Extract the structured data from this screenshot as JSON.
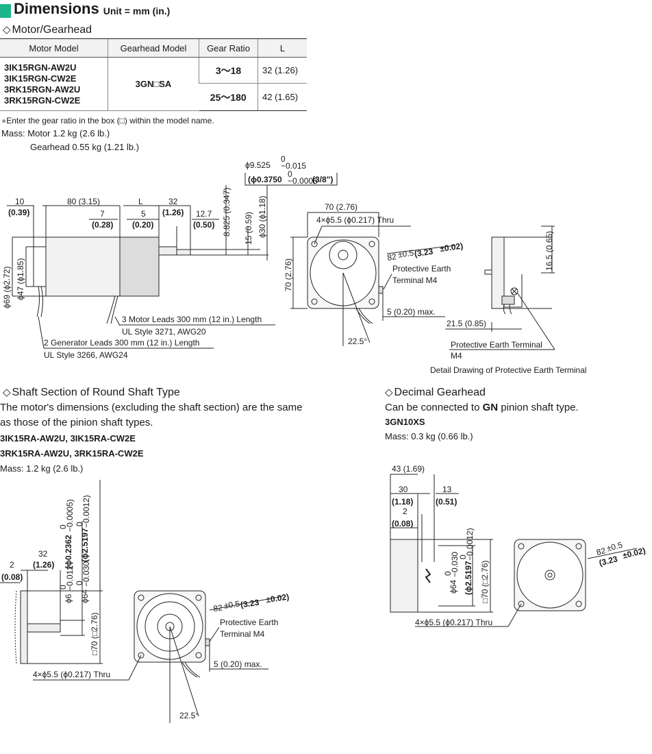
{
  "header": {
    "title": "Dimensions",
    "unit": "Unit = mm (in.)"
  },
  "motor_gearhead": {
    "section_title": "Motor/Gearhead",
    "table": {
      "headers": [
        "Motor Model",
        "Gearhead Model",
        "Gear Ratio",
        "L"
      ],
      "motor_models": [
        "3IK15RGN-AW2U",
        "3IK15RGN-CW2E",
        "3RK15RGN-AW2U",
        "3RK15RGN-CW2E"
      ],
      "gearhead_model": "3GN□SA",
      "rows": [
        {
          "ratio": "3～18",
          "L": "32 (1.26)"
        },
        {
          "ratio": "25～180",
          "L": "42 (1.65)"
        }
      ]
    },
    "note": "Enter the gear ratio in the box (□) within the model name.",
    "mass_motor": "Mass: Motor 1.2 kg (2.6 lb.)",
    "mass_gearhead": "Gearhead 0.55 kg (1.21 lb.)"
  },
  "drawing1": {
    "shaft_dia": "ϕ9.525",
    "shaft_tol_top": "0",
    "shaft_tol_bot": "−0.015",
    "shaft_dia_in": "(ϕ0.3750",
    "shaft_in_tol_top": "0",
    "shaft_in_tol_bot": "−0.0006",
    "shaft_frac": "(3/8\")",
    "dim_10": "10",
    "dim_10_in": "(0.39)",
    "dim_80": "80 (3.15)",
    "dim_L": "L",
    "dim_32": "32",
    "dim_32_in": "(1.26)",
    "dim_7": "7",
    "dim_7_in": "(0.28)",
    "dim_5": "5",
    "dim_5_in": "(0.20)",
    "dim_127": "12.7",
    "dim_127_in": "(0.50)",
    "dim_8825": "8.825 (0.347)",
    "dim_15": "15 (0.59)",
    "dim_30": "ϕ30 (ϕ1.18)",
    "dim_69": "ϕ69 (ϕ2.72)",
    "dim_47": "ϕ47 (ϕ1.85)",
    "motor_leads_1": "3 Motor Leads 300 mm (12 in.) Length",
    "motor_leads_2": "UL Style 3271, AWG20",
    "gen_leads_1": "2 Generator Leads 300 mm (12 in.) Length",
    "gen_leads_2": "UL Style 3266, AWG24",
    "front_70": "70 (2.76)",
    "front_holes": "4×ϕ5.5 (ϕ0.217) Thru",
    "front_82": "82",
    "front_82_tol": "±0.5",
    "front_82_in": "(3.23",
    "front_82_in_tol": "±0.02)",
    "pe_1": "Protective Earth",
    "pe_2": "Terminal M4",
    "front_5": "5 (0.20) max.",
    "front_70v": "70 (2.76)",
    "angle": "22.5°",
    "detail_165": "16.5 (0.65)",
    "detail_215": "21.5 (0.85)",
    "detail_pe_1": "Protective Earth Terminal",
    "detail_pe_2": "M4",
    "detail_caption": "Detail Drawing of Protective Earth Terminal"
  },
  "round_shaft": {
    "section_title": "Shaft Section of Round Shaft Type",
    "desc_1": "The motor's dimensions (excluding the shaft section) are the same",
    "desc_2": "as those of the pinion shaft types.",
    "models_1": "3IK15RA-AW2U, 3IK15RA-CW2E",
    "models_2": "3RK15RA-AW2U, 3RK15RA-CW2E",
    "mass": "Mass: 1.2 kg (2.6 lb.)",
    "dim_2": "2",
    "dim_2_in": "(0.08)",
    "dim_32": "32",
    "dim_32_in": "(1.26)",
    "dim_6": "ϕ6",
    "dim_6_tol_top": "0",
    "dim_6_tol_bot": "−0.012",
    "dim_6_in": "(ϕ0.2362",
    "dim_6_in_tol_top": "0",
    "dim_6_in_tol_bot": "−0.0005)",
    "dim_64": "ϕ64",
    "dim_64_tol_top": "0",
    "dim_64_tol_bot": "−0.030",
    "dim_64_in": "(ϕ2.5197",
    "dim_64_in_tol_top": "0",
    "dim_64_in_tol_bot": "−0.0012)",
    "dim_70": "□70 (□2.76)",
    "front_82": "82",
    "front_82_tol": "±0.5",
    "front_82_in": "(3.23",
    "front_82_in_tol": "±0.02)",
    "pe_1": "Protective Earth",
    "pe_2": "Terminal M4",
    "front_5": "5 (0.20) max.",
    "holes": "4×ϕ5.5 (ϕ0.217) Thru",
    "angle": "22.5°"
  },
  "decimal": {
    "section_title": "Decimal Gearhead",
    "desc_a": "Can be connected to ",
    "desc_b": "GN",
    "desc_c": " pinion shaft type.",
    "model": "3GN10XS",
    "mass": "Mass: 0.3 kg (0.66 lb.)",
    "dim_43": "43 (1.69)",
    "dim_30": "30",
    "dim_30_in": "(1.18)",
    "dim_13": "13",
    "dim_13_in": "(0.51)",
    "dim_2": "2",
    "dim_2_in": "(0.08)",
    "dim_64": "ϕ64",
    "dim_64_tol_top": "0",
    "dim_64_tol_bot": "−0.030",
    "dim_64_in": "(ϕ2.5197",
    "dim_64_in_tol_top": "0",
    "dim_64_in_tol_bot": "−0.0012)",
    "dim_70": "□70 (□2.76)",
    "front_82": "82",
    "front_82_tol": "±0.5",
    "front_82_in": "(3.23",
    "front_82_in_tol": "±0.02)",
    "holes": "4×ϕ5.5 (ϕ0.217) Thru"
  }
}
